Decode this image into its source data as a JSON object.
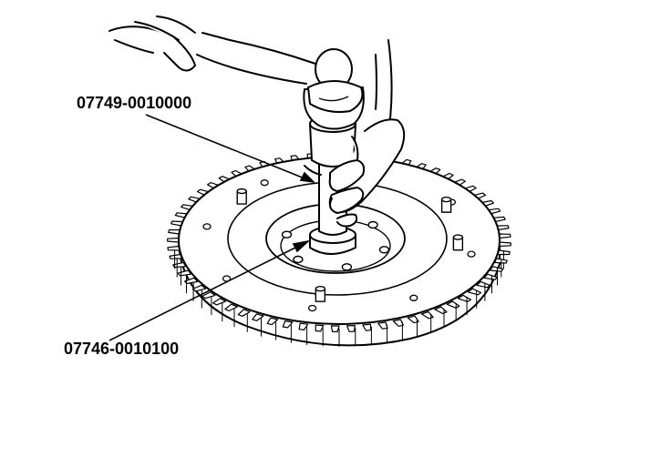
{
  "callouts": {
    "upper_tool": "07749-0010000",
    "lower_tool": "07746-0010100"
  },
  "colors": {
    "line": "#000000",
    "fill": "#ffffff"
  },
  "flywheel": {
    "ring_gear_teeth": 64,
    "bolt_holes": 6,
    "dowel_pins": 4,
    "outer_holes": 8
  }
}
